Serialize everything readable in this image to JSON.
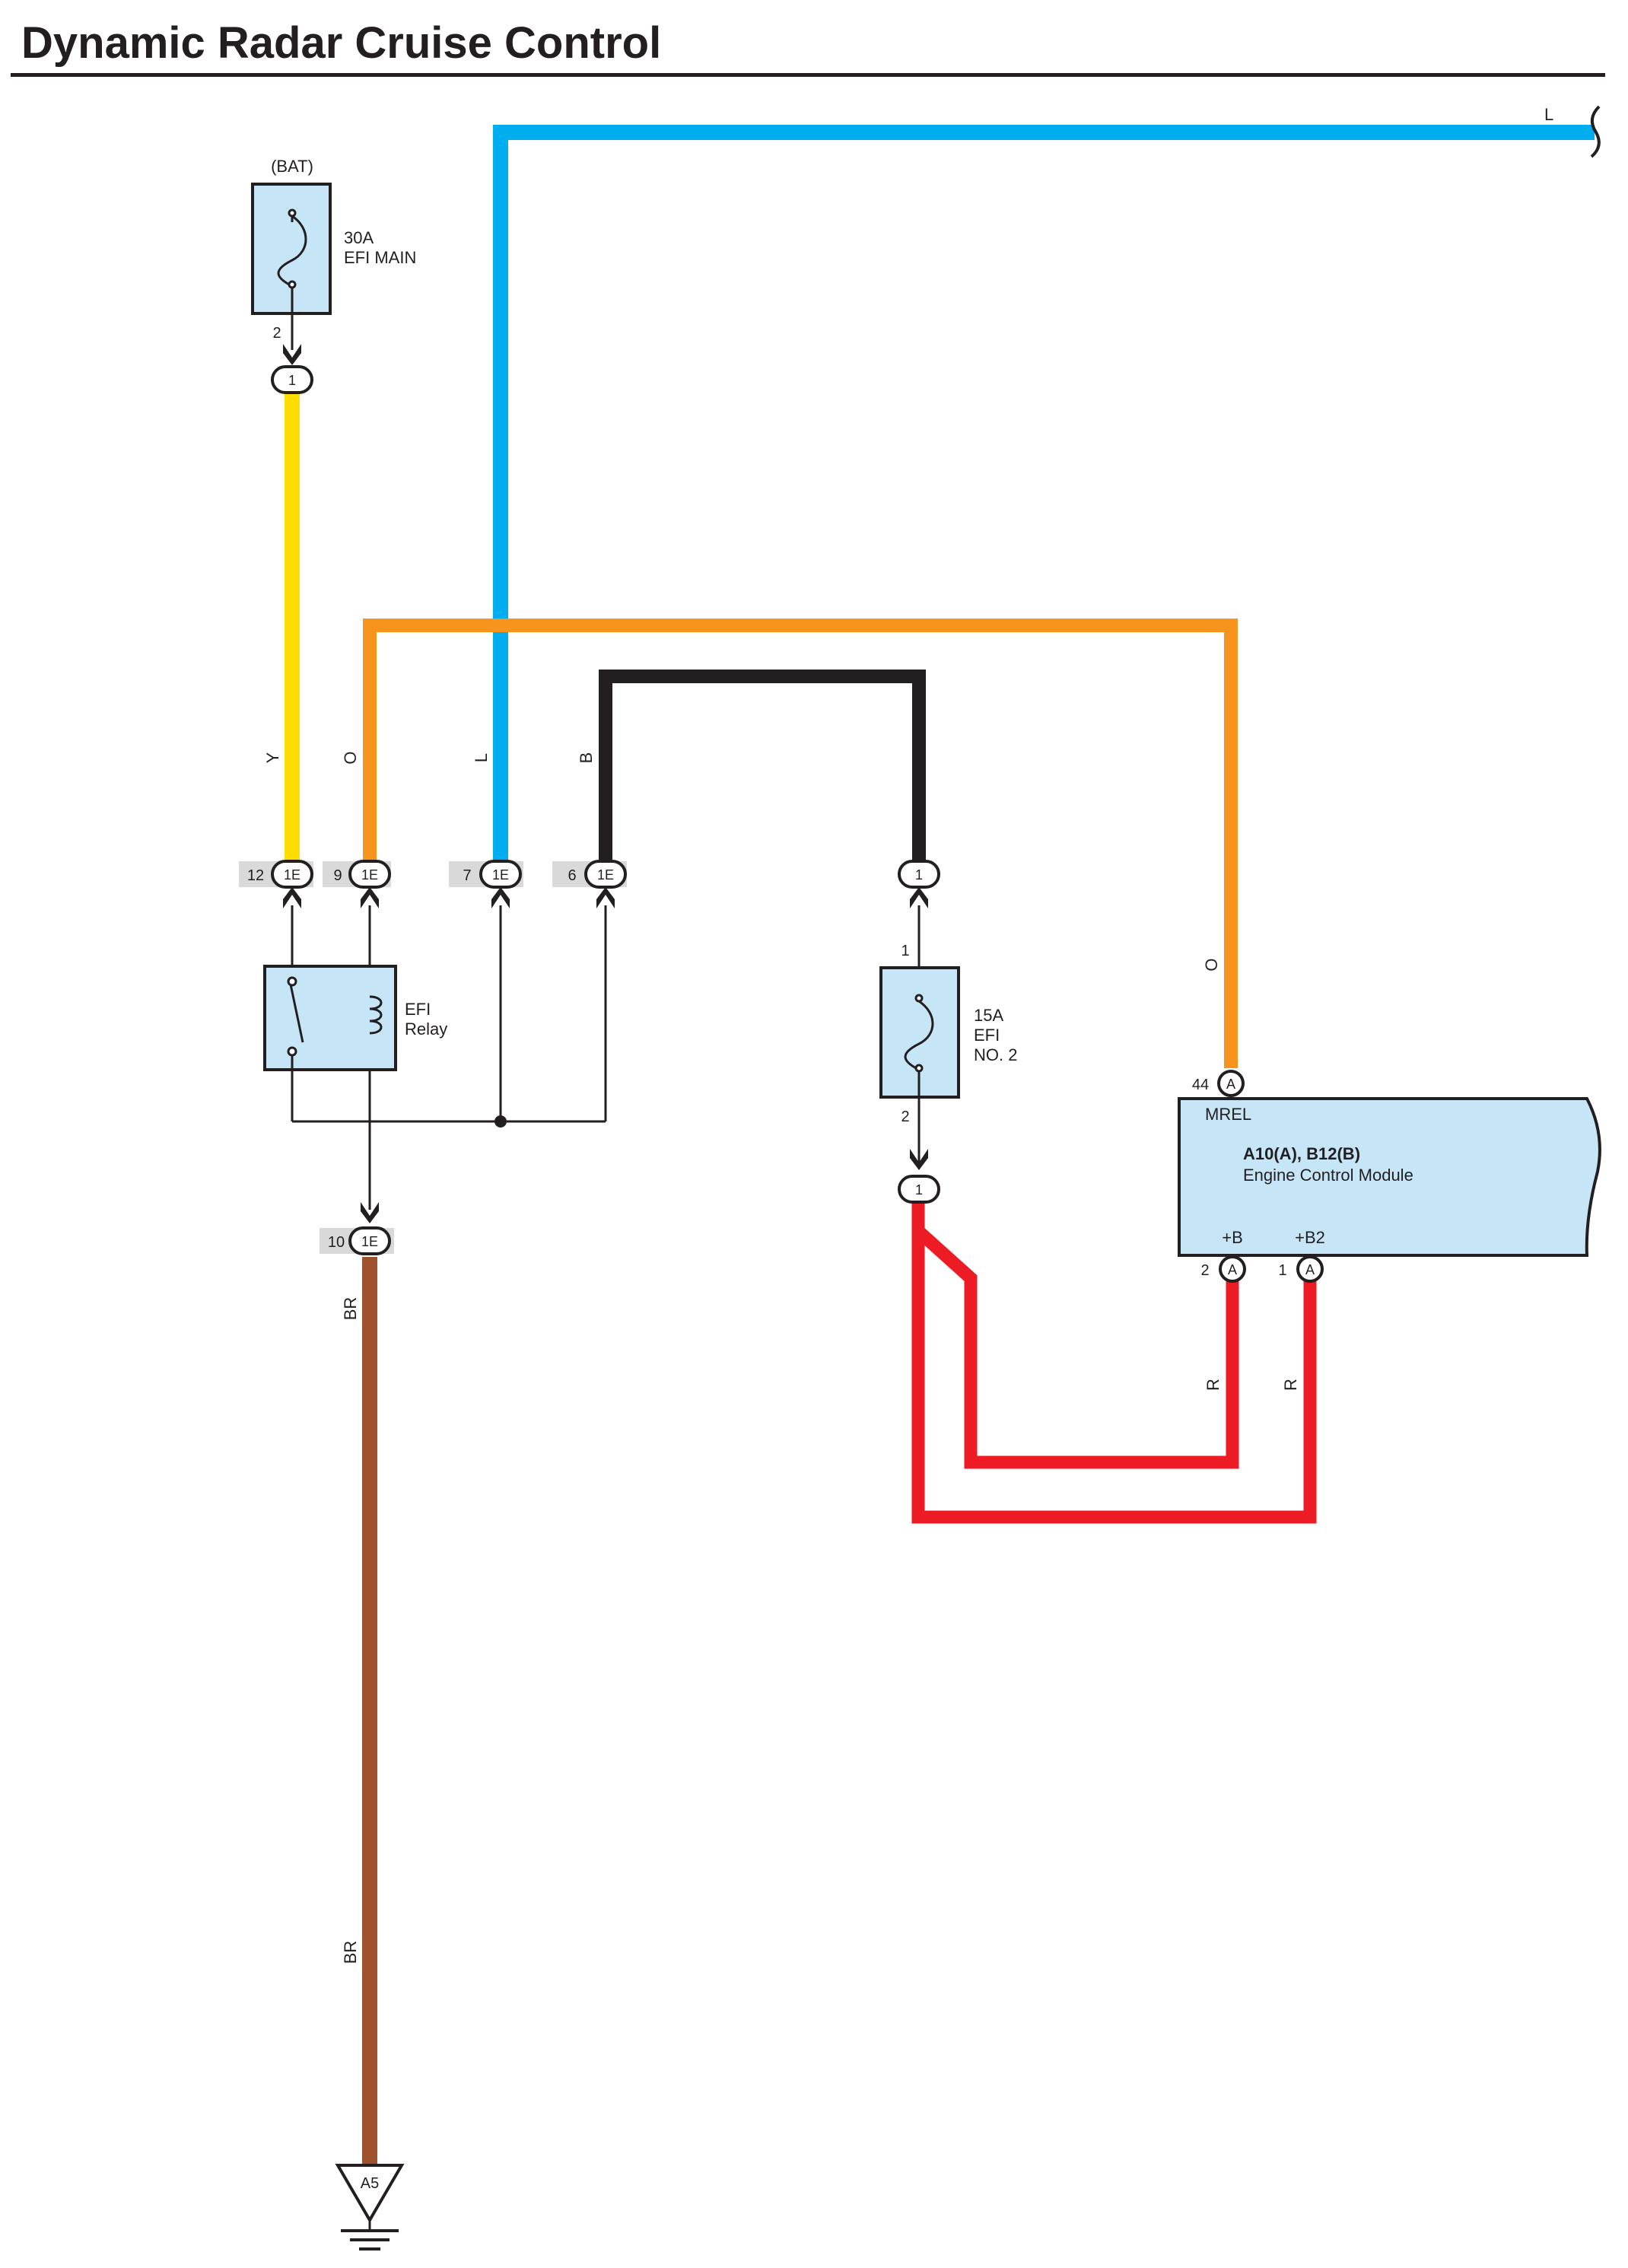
{
  "title": "Dynamic Radar Cruise Control",
  "colors": {
    "yellow": "#ffdd00",
    "orange": "#f7941d",
    "blue": "#00aeef",
    "black": "#231f20",
    "red": "#ed1c24",
    "brown": "#a0522d",
    "component_fill": "#c6e6f8"
  },
  "components": {
    "efi_main_fuse": {
      "source": "(BAT)",
      "rating": "30A",
      "name": "EFI MAIN",
      "pin_out": "2"
    },
    "efi_relay": {
      "line1": "EFI",
      "line2": "Relay"
    },
    "efi_no2_fuse": {
      "rating": "15A",
      "line1": "EFI",
      "line2": "NO. 2",
      "pin_in": "1",
      "pin_out": "2"
    },
    "ecm": {
      "connectors": "A10(A), B12(B)",
      "name": "Engine Control Module",
      "mrel_label": "MREL",
      "mrel_pin": "44",
      "mrel_conn": "A",
      "b_label": "+B",
      "b_pin": "2",
      "b_conn": "A",
      "b2_label": "+B2",
      "b2_pin": "1",
      "b2_conn": "A"
    },
    "ground": {
      "id": "A5"
    }
  },
  "connectors": {
    "c_bat": "1",
    "c_fuse2_in": "1",
    "c_fuse2_out": "1",
    "j12": {
      "pin": "12",
      "conn": "1E"
    },
    "j9": {
      "pin": "9",
      "conn": "1E"
    },
    "j7": {
      "pin": "7",
      "conn": "1E"
    },
    "j6": {
      "pin": "6",
      "conn": "1E"
    },
    "j10": {
      "pin": "10",
      "conn": "1E"
    }
  },
  "wires": {
    "y": "Y",
    "o_left": "O",
    "l_vertical": "L",
    "b": "B",
    "o_right": "O",
    "l_top": "L",
    "br_upper": "BR",
    "br_lower": "BR",
    "r_left": "R",
    "r_right": "R"
  }
}
